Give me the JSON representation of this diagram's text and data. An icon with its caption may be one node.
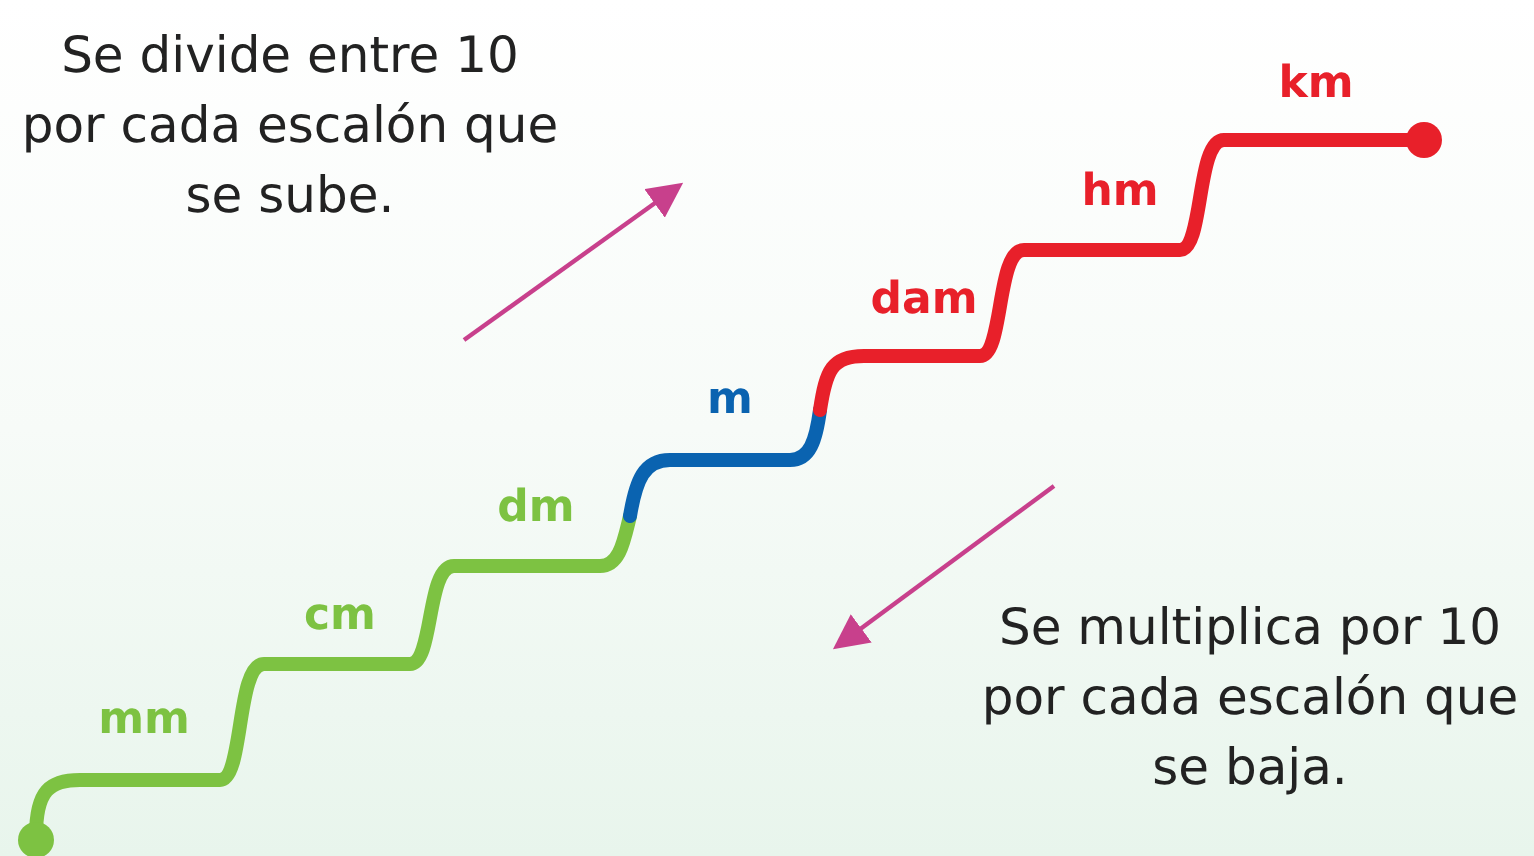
{
  "diagram": {
    "labels": [
      "Se divide entre 10 por cada escalón que se sube.",
      "km",
      "hm",
      "dam",
      "m",
      "dm",
      "cm",
      "mm",
      "Se multiplica por 10 por cada escalón que se baja."
    ]
  }
}
